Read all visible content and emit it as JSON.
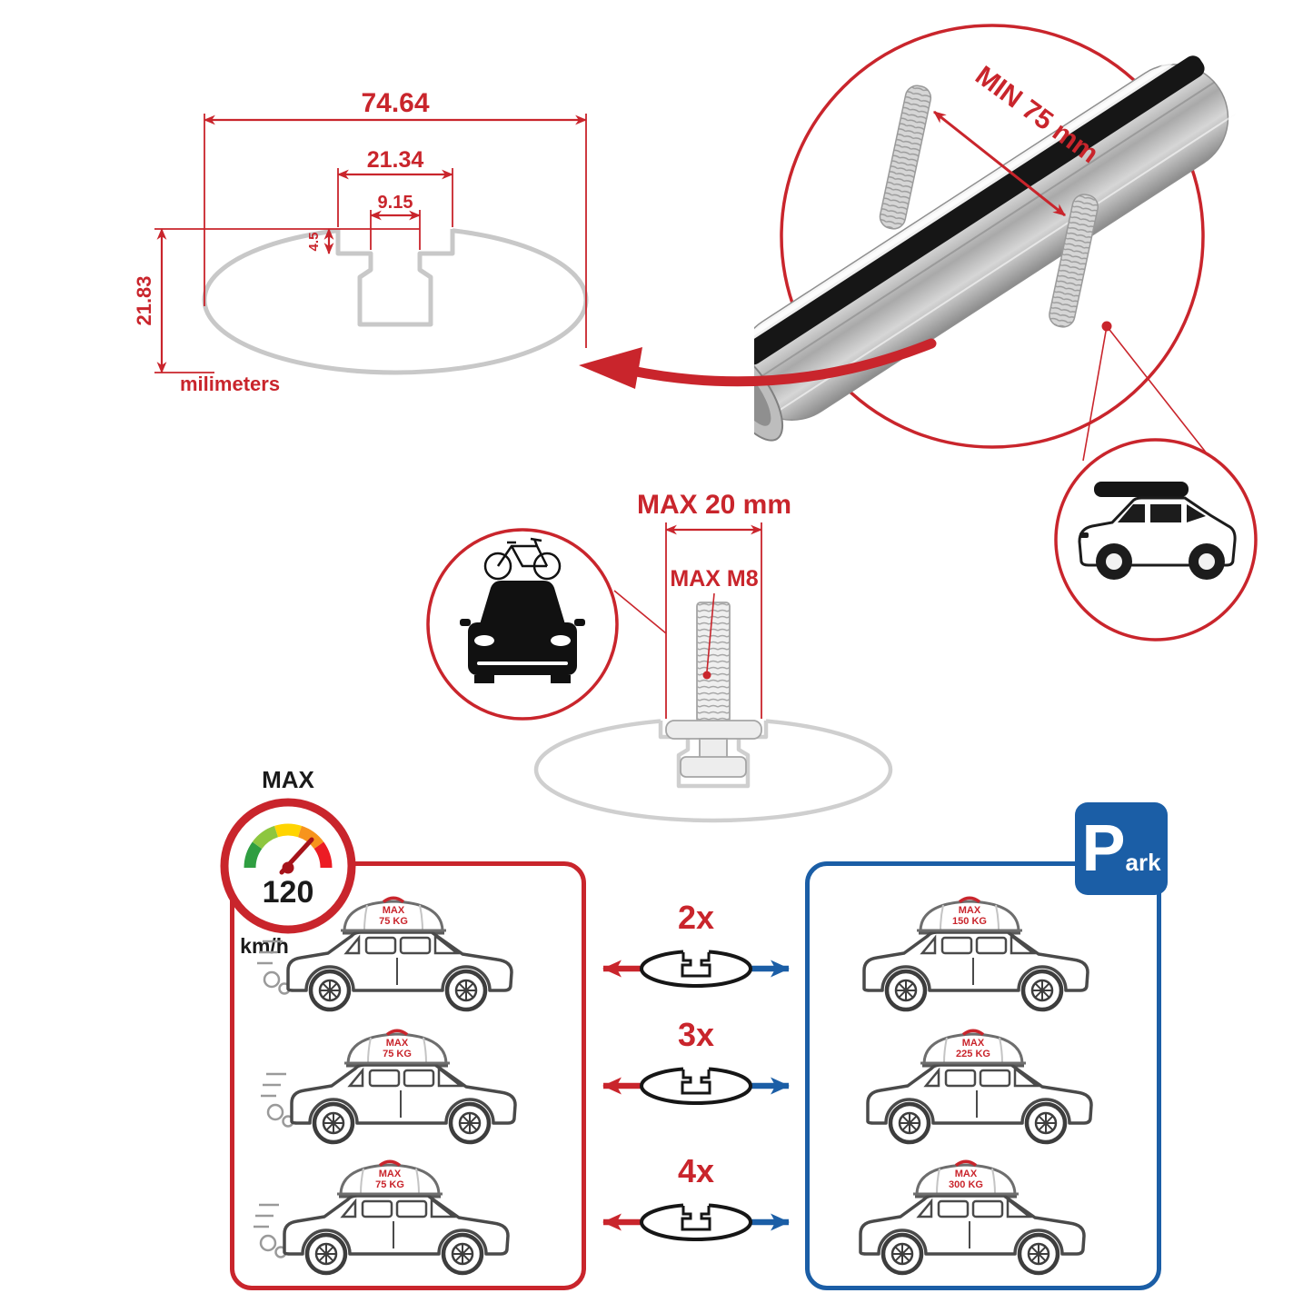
{
  "colors": {
    "red": "#c9252c",
    "blue": "#1b5ea6",
    "silver": "#c8c8c8",
    "black": "#1a1a1a"
  },
  "icons": [
    "speedometer-icon",
    "parking-sign-icon",
    "car-front-bike-icon",
    "suv-roofbox-icon",
    "crossbar-profile-icon",
    "threaded-bolt-icon"
  ],
  "cross_section": {
    "width_total": "74.64",
    "width_slot_outer": "21.34",
    "width_slot_inner": "9.15",
    "depth_shoulder": "4.5",
    "height_total": "21.83",
    "units": "milimeters"
  },
  "bar_view": {
    "min_label": "MIN 75 mm"
  },
  "bolt_view": {
    "max_width": "MAX 20 mm",
    "max_thread": "MAX M8"
  },
  "speed_panel": {
    "title": "MAX",
    "speed": "120",
    "unit": "km/h",
    "cars": [
      {
        "max": "MAX",
        "load": "75 KG"
      },
      {
        "max": "MAX",
        "load": "75 KG"
      },
      {
        "max": "MAX",
        "load": "75 KG"
      }
    ]
  },
  "park_panel": {
    "sign_p": "P",
    "sign_rest": "ark",
    "cars": [
      {
        "max": "MAX",
        "load": "150 KG"
      },
      {
        "max": "MAX",
        "load": "225 KG"
      },
      {
        "max": "MAX",
        "load": "300 KG"
      }
    ]
  },
  "bar_counts": [
    {
      "label": "2x"
    },
    {
      "label": "3x"
    },
    {
      "label": "4x"
    }
  ]
}
